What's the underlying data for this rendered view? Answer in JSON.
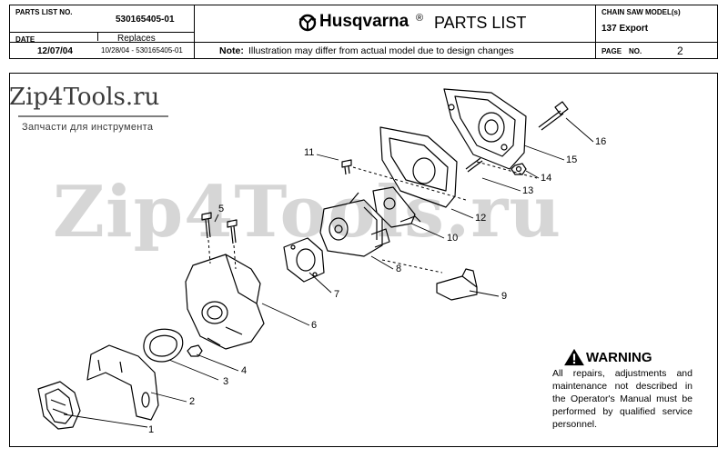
{
  "header": {
    "parts_list_no_label": "PARTS LIST NO.",
    "parts_list_no": "530165405-01",
    "date_label": "DATE",
    "date": "12/07/04",
    "replaces_label": "Replaces",
    "replaces": "10/28/04 - 530165405-01",
    "brand": "Husqvarna",
    "registered": "®",
    "doc_title": "PARTS LIST",
    "note_label": "Note:",
    "note": "Illustration may differ from actual model due to design changes",
    "model_label": "CHAIN SAW MODEL(s)",
    "model": "137 Export",
    "page_label": "PAGE",
    "page_no_label": "NO.",
    "page_no": "2"
  },
  "watermark": {
    "site": "Zip4Tools.ru",
    "tagline": "Запчасти для инструмента",
    "big": "Zip4Tools.ru"
  },
  "callouts": [
    "1",
    "2",
    "3",
    "4",
    "5",
    "6",
    "7",
    "8",
    "9",
    "10",
    "11",
    "12",
    "13",
    "14",
    "15",
    "16"
  ],
  "warning": {
    "title": "WARNING",
    "text": "All repairs, adjustments and maintenance not described in the Operator's Manual must be performed by qualified service personnel."
  }
}
